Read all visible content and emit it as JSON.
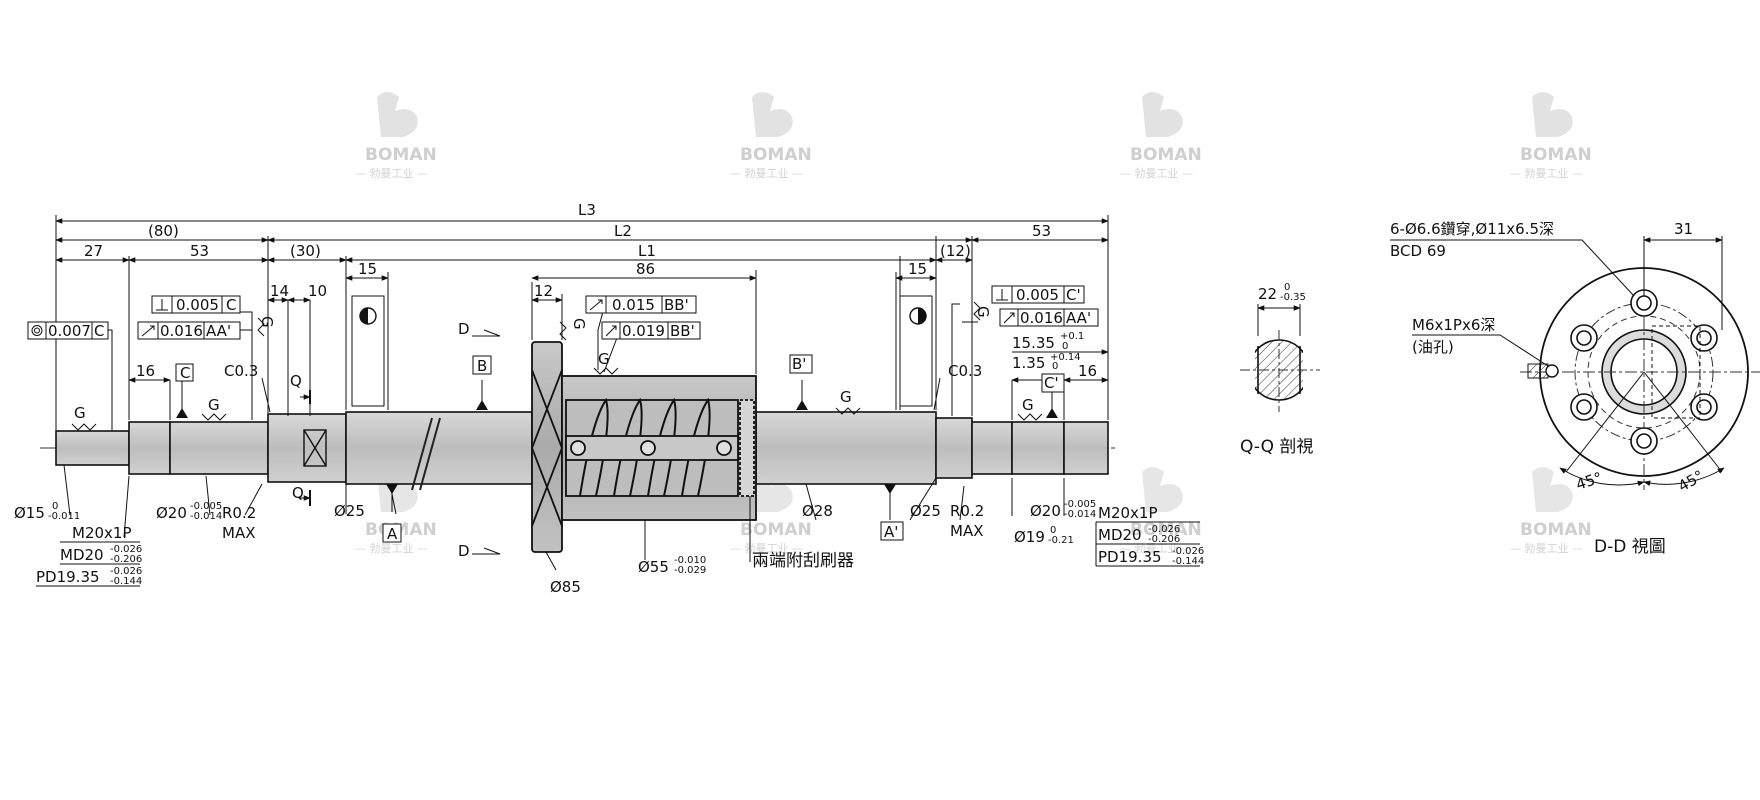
{
  "watermark": {
    "brand": "BOMAN",
    "sub": "— 勃曼工业 —"
  },
  "dims": {
    "L3": "L3",
    "L2": "L2",
    "L1": "L1",
    "d80": "(80)",
    "d30": "(30)",
    "d12": "(12)",
    "d53_right": "53",
    "d27": "27",
    "d53_left": "53",
    "d15_left": "15",
    "d15_right": "15",
    "d86": "86",
    "d12_nut": "12",
    "d14": "14",
    "d10": "10",
    "d16_left": "16",
    "d16_right": "16",
    "c03_left": "C0.3",
    "c03_right": "C0.3",
    "d15_35": "15.35",
    "d15_35_tol_up": "+0.1",
    "d15_35_tol_dn": "0",
    "d1_35": "1.35",
    "d1_35_tol_up": "+0.14",
    "d1_35_tol_dn": "0"
  },
  "tolerances": {
    "t1": {
      "value": "0.005",
      "datum": "C"
    },
    "t2": {
      "value": "0.016",
      "datum": "AA'"
    },
    "t3": {
      "value": "0.007",
      "datum": "C"
    },
    "t4": {
      "value": "0.015",
      "datum": "BB'"
    },
    "t5": {
      "value": "0.019",
      "datum": "BB'"
    },
    "t6": {
      "value": "0.005",
      "datum": "C'"
    },
    "t7": {
      "value": "0.016",
      "datum": "AA'"
    }
  },
  "datums": {
    "A": "A",
    "A2": "A'",
    "B": "B",
    "B2": "B'",
    "C": "C",
    "C2": "C'"
  },
  "labels": {
    "G": "G",
    "Q": "Q",
    "D": "D",
    "phi15": "Ø15",
    "phi15_up": "0",
    "phi15_dn": "-0.011",
    "m20_left": "M20x1P",
    "md20_left": "MD20",
    "md20_left_up": "-0.026",
    "md20_left_dn": "-0.206",
    "pd_left": "PD19.35",
    "pd_left_up": "-0.026",
    "pd_left_dn": "-0.144",
    "phi20_left": "Ø20",
    "phi20_left_up": "-0.005",
    "phi20_left_dn": "-0.014",
    "r02_left": "R0.2",
    "max_left": "MAX",
    "phi25_left": "Ø25",
    "phi85": "Ø85",
    "phi55": "Ø55",
    "phi55_up": "-0.010",
    "phi55_dn": "-0.029",
    "wiper": "兩端附刮刷器",
    "phi28": "Ø28",
    "phi25_right": "Ø25",
    "r02_right": "R0.2",
    "max_right": "MAX",
    "phi20_right": "Ø20",
    "phi20_right_up": "-0.005",
    "phi20_right_dn": "-0.014",
    "phi19": "Ø19",
    "phi19_up": "0",
    "phi19_dn": "-0.21",
    "m20_right": "M20x1P",
    "md20_right": "MD20",
    "md20_right_up": "-0.026",
    "md20_right_dn": "-0.206",
    "pd_right": "PD19.35",
    "pd_right_up": "-0.026",
    "pd_right_dn": "-0.144"
  },
  "qq": {
    "dim": "22",
    "dim_up": "0",
    "dim_dn": "-0.35",
    "title": "Q-Q 剖視"
  },
  "dd": {
    "holes": "6-Ø6.6鑽穿,Ø11x6.5深",
    "bcd": "BCD 69",
    "oil": "M6x1Px6深",
    "oil2": "(油孔)",
    "d31": "31",
    "a45_left": "45°",
    "a45_right": "45°",
    "title": "D-D 視圖"
  }
}
